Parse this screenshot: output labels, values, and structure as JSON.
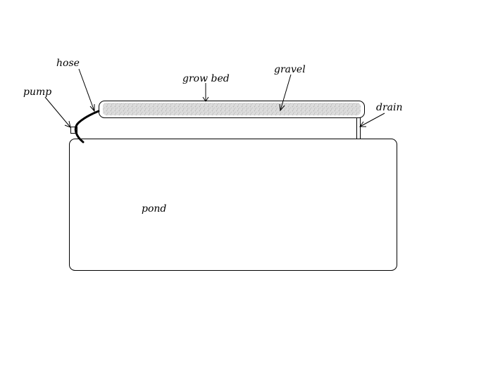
{
  "labels": {
    "hose": "hose",
    "pump": "pump",
    "grow_bed": "grow bed",
    "gravel": "gravel",
    "drain": "drain",
    "pond": "pond"
  },
  "colors": {
    "background": "#ffffff",
    "outline": "#000000",
    "gravel": "#c8c8c8",
    "hose": "#000000"
  }
}
